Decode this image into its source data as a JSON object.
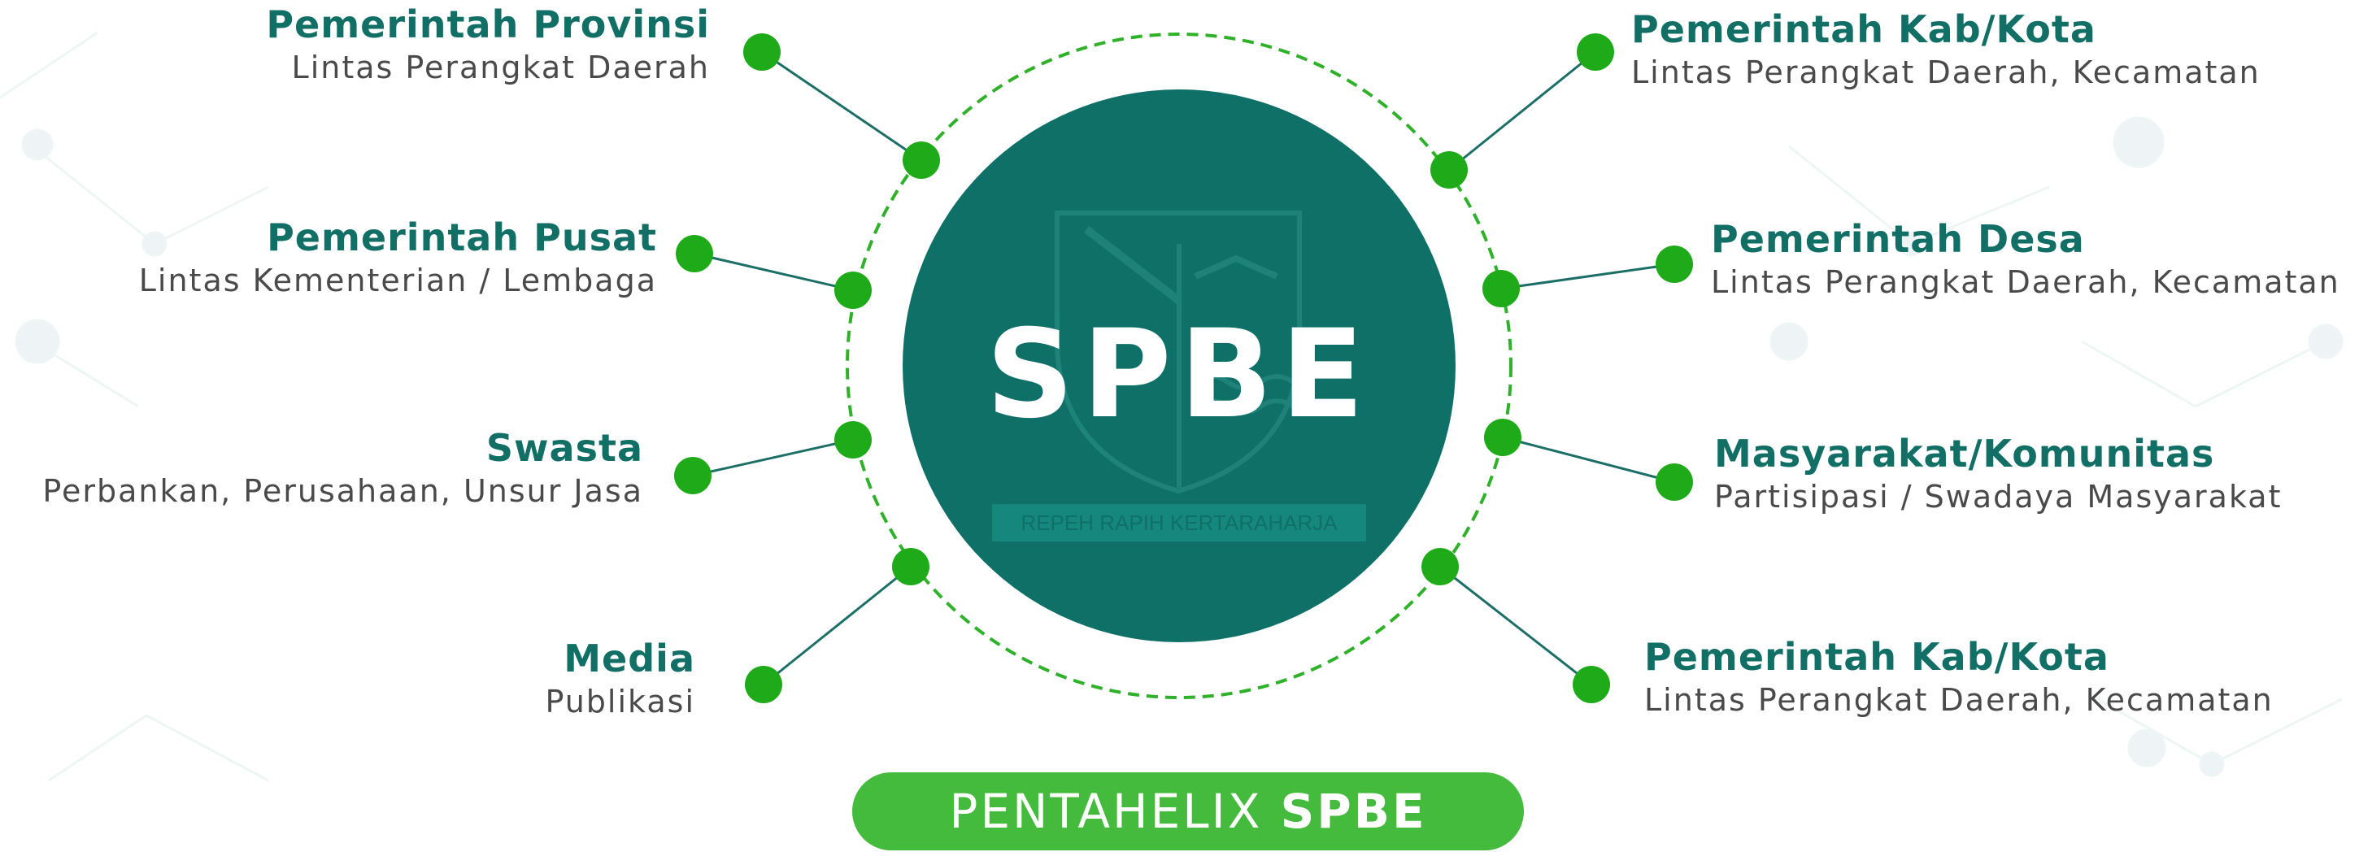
{
  "center": {
    "title": "SPBE",
    "motto": "REPEH RAPIH KERTARAHARJA"
  },
  "banner": {
    "prefix": "PENTAHELIX",
    "emphasis": "SPBE"
  },
  "colors": {
    "teal": "#0f7068",
    "green": "#22aa1c",
    "banner": "#44bb3c",
    "text_title": "#126f66",
    "text_sub": "#4a4a4a"
  },
  "nodes": [
    {
      "title": "Pemerintah Provinsi",
      "subtitle": "Lintas Perangkat Daerah"
    },
    {
      "title": "Pemerintah Pusat",
      "subtitle": "Lintas Kementerian / Lembaga"
    },
    {
      "title": "Swasta",
      "subtitle": "Perbankan, Perusahaan, Unsur Jasa"
    },
    {
      "title": "Media",
      "subtitle": "Publikasi"
    },
    {
      "title": "Pemerintah Kab/Kota",
      "subtitle": "Lintas Perangkat Daerah, Kecamatan"
    },
    {
      "title": "Pemerintah Desa",
      "subtitle": "Lintas Perangkat Daerah, Kecamatan"
    },
    {
      "title": "Masyarakat/Komunitas",
      "subtitle": "Partisipasi / Swadaya Masyarakat"
    },
    {
      "title": "Pemerintah Kab/Kota",
      "subtitle": "Lintas Perangkat Daerah, Kecamatan"
    }
  ]
}
